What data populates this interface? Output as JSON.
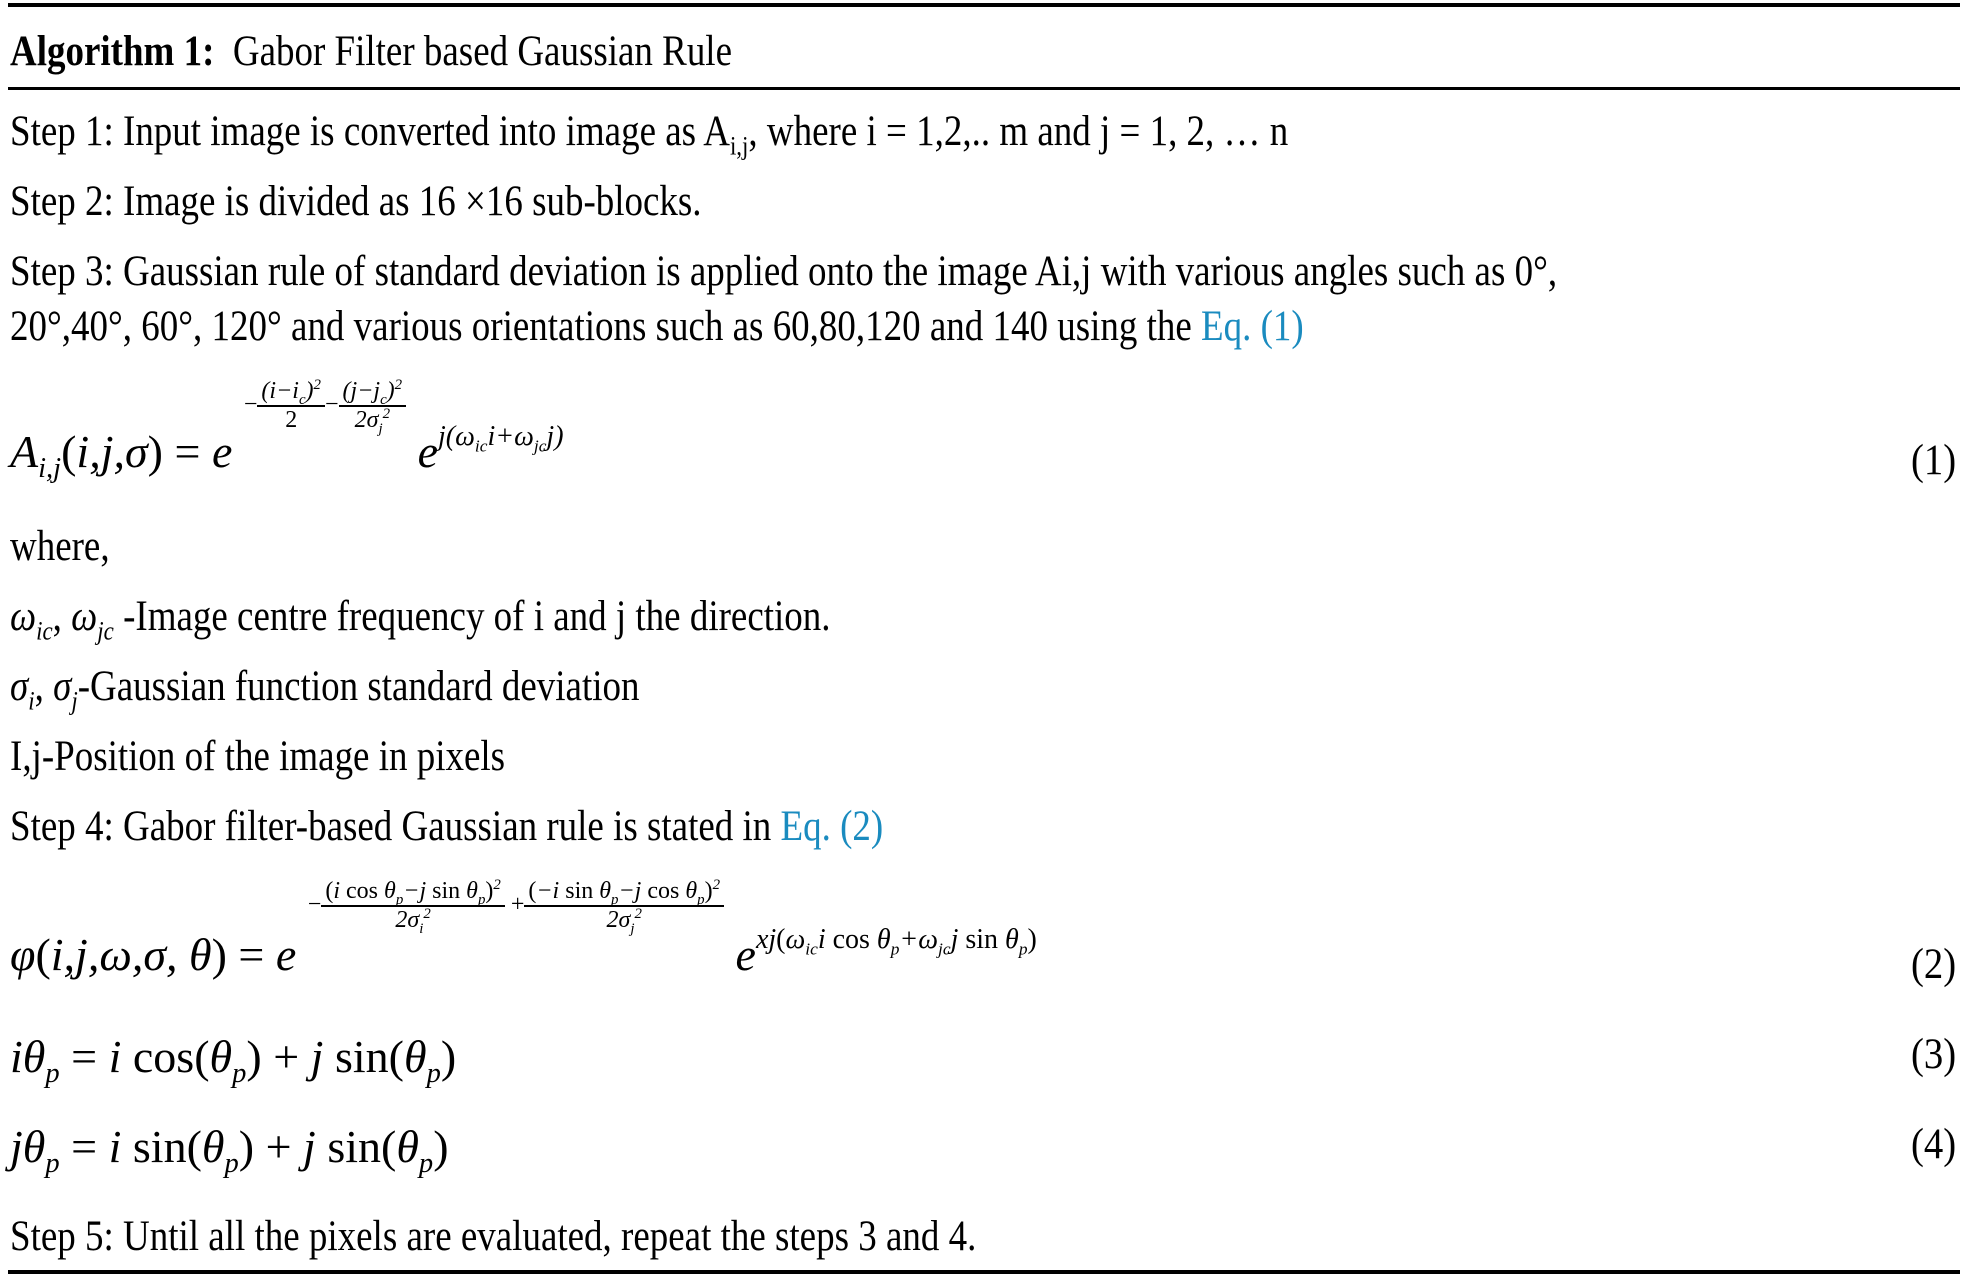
{
  "algorithm": {
    "label": "Algorithm 1:",
    "title": "Gabor Filter based Gaussian Rule"
  },
  "steps": {
    "step1": {
      "prefix": "Step 1: Input image is converted into image as A",
      "sub": "i,j",
      "suffix": ", where i = 1,2,.. m and j = 1, 2, … n"
    },
    "step2": {
      "text": "Step 2: Image is divided as 16 ×16 sub-blocks."
    },
    "step3": {
      "line1": "Step 3: Gaussian rule of standard deviation is applied onto the image Ai,j with various angles such as 0°,",
      "line2": "20°,40°, 60°, 120° and various orientations such as 60,80,120 and 140 using the ",
      "link": "Eq. (1)"
    },
    "where": "where,",
    "defs": [
      {
        "symbol": "ω_ic, ω_jc",
        "text": " -Image centre frequency of i and j the direction."
      },
      {
        "symbol": "σ_i, σ_j",
        "text": "-Gaussian function standard deviation"
      },
      {
        "symbol": "",
        "text": "I,j-Position of the image in pixels"
      }
    ],
    "step4": {
      "text": "Step 4: Gabor filter-based Gaussian rule is stated in ",
      "link": "Eq. (2)"
    },
    "step5": {
      "text": "Step 5: Until all the pixels are evaluated, repeat the steps 3 and 4."
    }
  },
  "equations": [
    {
      "number": "(1)",
      "latex": "A_{i,j}(i,j,\\sigma) = e^{-\\frac{(i-i_c)^2}{2\\sigma_i^2}-\\frac{(j-j_c)^2}{2\\sigma_j^2}} e^{j(\\omega_{ic} i + \\omega_{jc} j)}"
    },
    {
      "number": "(2)",
      "latex": "\\varphi(i,j,\\omega,\\sigma,\\theta) = e^{-\\frac{(i\\cos\\theta_p - j\\sin\\theta_p)^2}{2\\sigma_i^2}+\\frac{(-i\\sin\\theta_p - j\\cos\\theta_p)^2}{2\\sigma_j^2}} e^{xj(\\omega_{ic} i\\cos\\theta_p + \\omega_{jc} j\\sin\\theta_p)}"
    },
    {
      "number": "(3)",
      "latex": "i\\theta_p = i\\cos(\\theta_p) + j\\sin(\\theta_p)"
    },
    {
      "number": "(4)",
      "latex": "j\\theta_p = i\\sin(\\theta_p) + j\\sin(\\theta_p)"
    }
  ],
  "colors": {
    "link": "#1a8bbf",
    "text": "#000000"
  }
}
